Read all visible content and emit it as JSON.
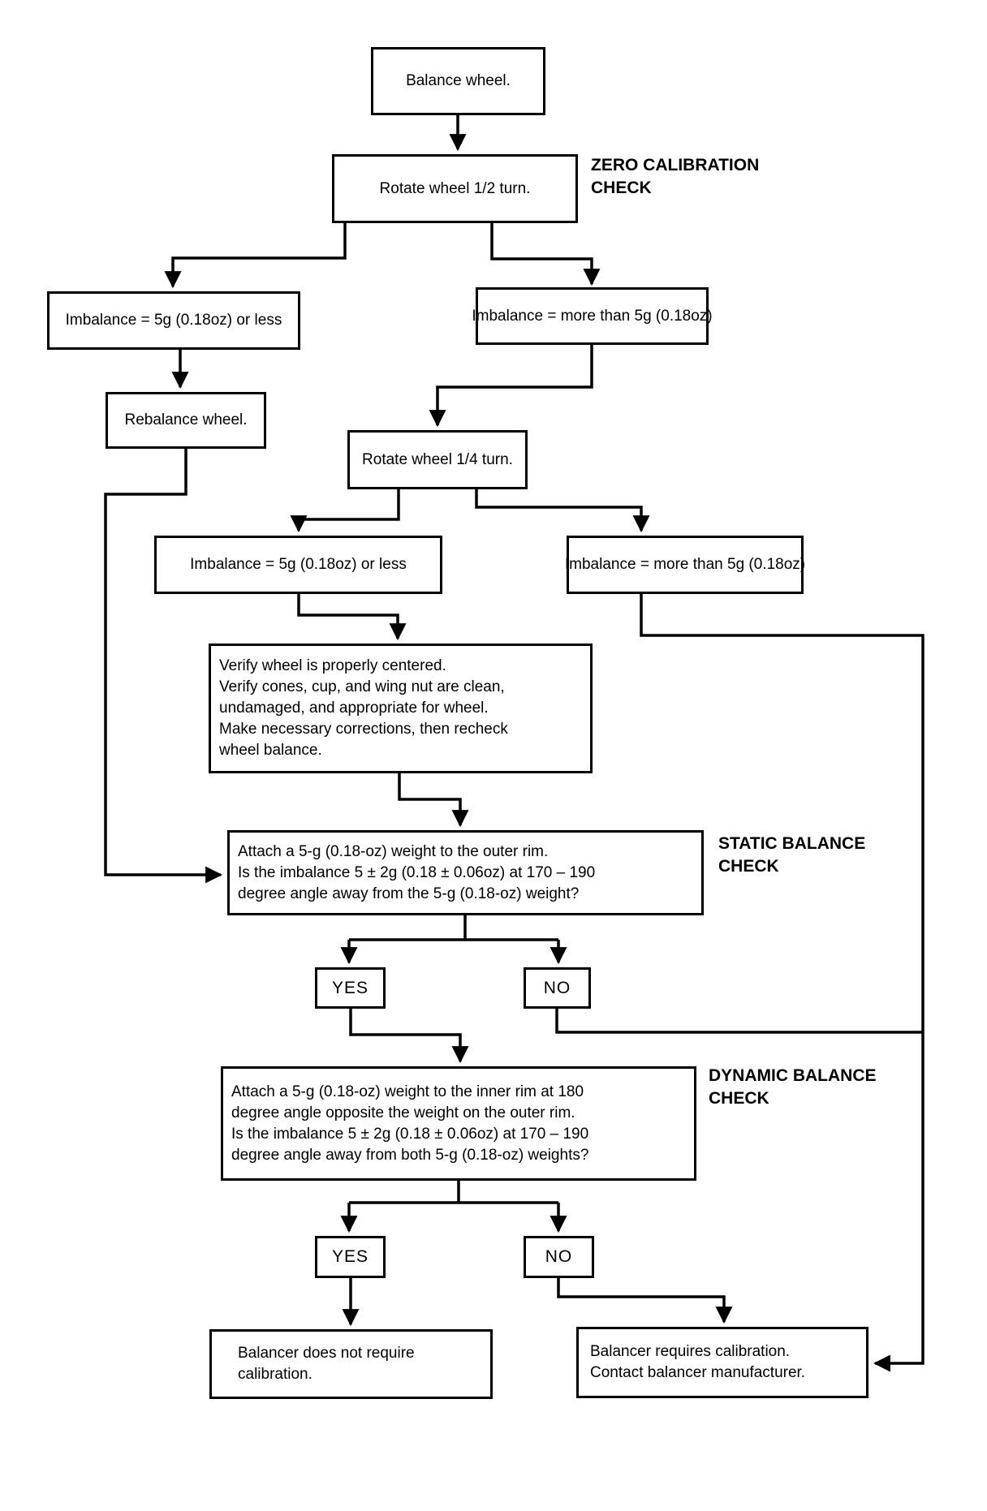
{
  "diagram": {
    "title": "Wheel balancer calibration check flowchart",
    "colors": {
      "ink": "#000000",
      "paper": "#ffffff"
    },
    "section_labels": {
      "zero": {
        "line1": "ZERO CALIBRATION",
        "line2": "CHECK"
      },
      "static": {
        "line1": "STATIC BALANCE",
        "line2": "CHECK"
      },
      "dynamic": {
        "line1": "DYNAMIC BALANCE",
        "line2": "CHECK"
      }
    },
    "nodes": {
      "balance_wheel": {
        "label": "Balance wheel."
      },
      "rotate_half": {
        "label": "Rotate wheel 1/2 turn."
      },
      "imbalance1_less": {
        "label": "Imbalance = 5g (0.18oz) or less"
      },
      "imbalance1_more": {
        "label": "Imbalance = more than 5g (0.18oz)"
      },
      "rebalance": {
        "label": "Rebalance wheel."
      },
      "rotate_quarter": {
        "label": "Rotate wheel 1/4 turn."
      },
      "imbalance2_less": {
        "label": "Imbalance = 5g (0.18oz) or less"
      },
      "imbalance2_more": {
        "label": "Imbalance = more than 5g (0.18oz)"
      },
      "verify": {
        "lines": [
          "Verify wheel is properly centered.",
          "Verify cones, cup, and wing nut are clean,",
          "undamaged, and appropriate for wheel.",
          "Make necessary corrections, then recheck",
          "wheel balance."
        ]
      },
      "static_check": {
        "lines": [
          "Attach a 5-g (0.18-oz) weight to the outer rim.",
          "Is the imbalance 5 ± 2g (0.18 ± 0.06oz) at 170 – 190",
          "degree angle away from the 5-g (0.18-oz) weight?"
        ]
      },
      "yes_static": {
        "label": "YES"
      },
      "no_static": {
        "label": "NO"
      },
      "dynamic_check": {
        "lines": [
          "Attach a 5-g (0.18-oz) weight to the inner rim at 180",
          "degree angle opposite the weight on the outer rim.",
          "Is the imbalance 5 ± 2g (0.18 ± 0.06oz) at 170 – 190",
          "degree angle away from both 5-g (0.18-oz) weights?"
        ]
      },
      "yes_dynamic": {
        "label": "YES"
      },
      "no_dynamic": {
        "label": "NO"
      },
      "no_calibration": {
        "lines": [
          "Balancer does not require",
          "calibration."
        ]
      },
      "requires_calibration": {
        "lines": [
          "Balancer requires calibration.",
          "Contact balancer manufacturer."
        ]
      }
    }
  }
}
